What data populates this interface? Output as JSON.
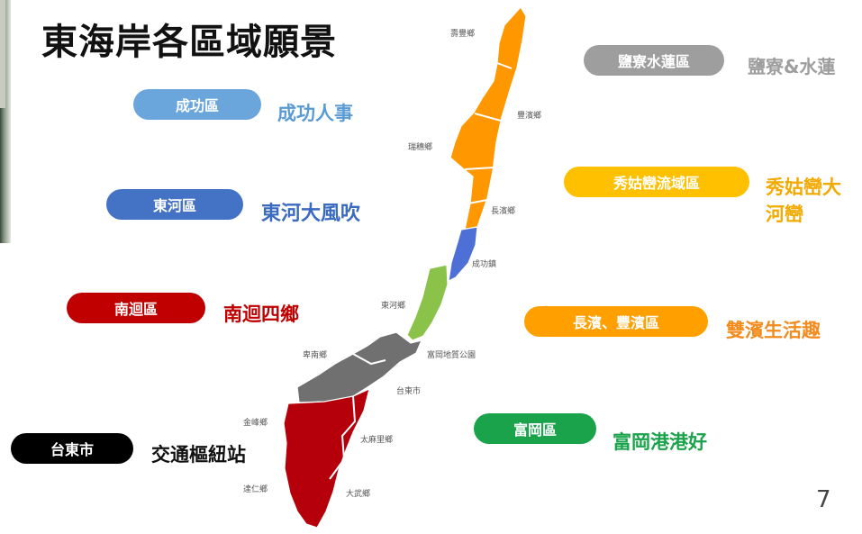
{
  "title": "東海岸各區域願景",
  "page_number": "7",
  "regions": [
    {
      "label": "鹽寮水蓮區",
      "desc": "鹽寮&水蓮",
      "color": "#9e9e9e",
      "desc_color": "#9e9e9e"
    },
    {
      "label": "成功區",
      "desc": "成功人事",
      "color": "#6aa6dc",
      "desc_color": "#5b9bd5"
    },
    {
      "label": "東河區",
      "desc": "東河大風吹",
      "color": "#4472c4",
      "desc_color": "#3b6bc0"
    },
    {
      "label": "秀姑巒流域區",
      "desc": "秀姑巒大河巒",
      "color": "#ffc000",
      "desc_color": "#f2a900"
    },
    {
      "label": "南迴區",
      "desc": "南迴四鄉",
      "color": "#c00000",
      "desc_color": "#c00000"
    },
    {
      "label": "長濱、豐濱區",
      "desc": "雙濱生活趣",
      "color": "#ffa000",
      "desc_color": "#f28c1e"
    },
    {
      "label": "富岡區",
      "desc": "富岡港港好",
      "color": "#1aa34a",
      "desc_color": "#1aa34a"
    },
    {
      "label": "台東市",
      "desc": "交通樞紐站",
      "color": "#000000",
      "desc_color": "#111111"
    }
  ],
  "townships": [
    "壽豐鄉",
    "豐濱鄉",
    "瑞穗鄉",
    "長濱鄉",
    "成功鎮",
    "東河鄉",
    "卑南鄉",
    "富岡地質公園",
    "台東市",
    "金峰鄉",
    "太麻里鄉",
    "達仁鄉",
    "大武鄉"
  ],
  "zone_colors": {
    "north": "#ff9800",
    "chenggong": "#4e6fd6",
    "donghe": "#8bc34a",
    "beinan": "#707070",
    "south": "#b5000b"
  }
}
